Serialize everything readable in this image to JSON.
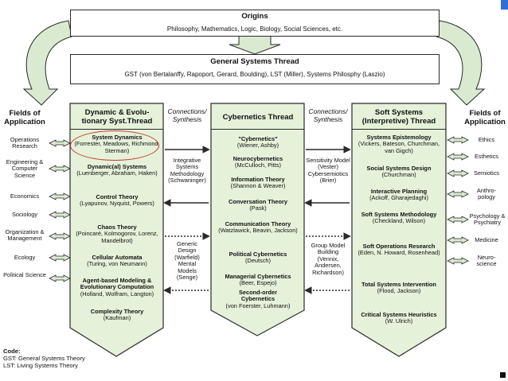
{
  "origins": {
    "title": "Origins",
    "text": "Philosophy, Mathematics, Logic, Biology, Social Sciences, etc."
  },
  "gst": {
    "title": "General Systems Thread",
    "text": "GST (von Bertalanffy, Rapoport, Gerard, Boulding), LST (Miller), Systems Philosphy (Laszio)"
  },
  "left_fields": {
    "heading": "Fields of Application",
    "items": [
      "Operations Research",
      "Engineering & Computer Science",
      "Economics",
      "Sociology",
      "Organization & Management",
      "Ecology",
      "Political Science"
    ]
  },
  "right_fields": {
    "heading": "Fields of Application",
    "items": [
      "Ethics",
      "Esthetics",
      "Semiotics",
      "Anthro-pology",
      "Psychology & Psychiatry",
      "Medicine",
      "Neuro-science"
    ]
  },
  "columns": {
    "dynamic": {
      "title": "Dynamic & Evolu-tionary Syst.Thread",
      "items": [
        {
          "name": "System Dynamics",
          "detail": "(Forrester, Meadows, Richmond, Sterman)"
        },
        {
          "name": "Dynamic(al) Systems",
          "detail": "(Luenberger, Abraham, Haken)"
        },
        {
          "name": "Control Theory",
          "detail": "(Lyapunov, Nyquist, Powers)"
        },
        {
          "name": "Chaos Theory",
          "detail": "(Poincaré, Kolmogorov, Lorenz, Mandelbrot)"
        },
        {
          "name": "Cellular Automata",
          "detail": "(Turing, von Neumann)"
        },
        {
          "name": "Agent-based Modeling & Evolutionary Computation",
          "detail": "(Holland, Wolfram, Langton)"
        },
        {
          "name": "Complexity Theory",
          "detail": "(Kaufman)"
        }
      ]
    },
    "cybernetics": {
      "title": "Cybernetics Thread",
      "items": [
        {
          "name": "\"Cybernetics\"",
          "detail": "(Wiener, Ashby)"
        },
        {
          "name": "Neurocybernetics",
          "detail": "(McCulloch, Pitts)"
        },
        {
          "name": "Information Theory",
          "detail": "(Shannon & Weaver)"
        },
        {
          "name": "Conversation Theory",
          "detail": "(Pask)"
        },
        {
          "name": "Communication Theory",
          "detail": "(Watzlawick, Beavin, Jackson)"
        },
        {
          "name": "Political Cybernetics",
          "detail": "(Deutsch)"
        },
        {
          "name": "Managerial Cybernetics",
          "detail": "(Beer, Espejo)"
        },
        {
          "name": "Second-order Cybernetics",
          "detail": "(von Foerster, Luhmann)"
        }
      ]
    },
    "soft": {
      "title": "Soft Systems (Interpretive) Thread",
      "items": [
        {
          "name": "Systems Epistemology",
          "detail": "(Vickers, Bateson, Churchman, van Gigch)"
        },
        {
          "name": "Social Systems Design",
          "detail": "(Churchman)"
        },
        {
          "name": "Interactive Planning",
          "detail": "(Ackoff, Gharajedaghi)"
        },
        {
          "name": "Soft Systems Methodology",
          "detail": "(Checkland, Wilson)"
        },
        {
          "name": "Soft Operations Research",
          "detail": "(Eden, N. Howard, Rosenhead)"
        },
        {
          "name": "Total Systems Intervention",
          "detail": "(Flood, Jackson)"
        },
        {
          "name": "Critical Systems Heuristics",
          "detail": "(W. Ulrich)"
        }
      ]
    }
  },
  "connections": {
    "left_title": "Connections/ Synthesis",
    "right_title": "Connections/ Synthesis",
    "left_top": "Integrative Systems Methodology (Schwaninger)",
    "left_bottom": "Generic Design (Warfield) Mental Models (Senge)",
    "right_top": "Sensitivity Model (Vester) Cybersemiotics (Brier)",
    "right_bottom": "Group Model Building (Vennix, Andersen, Richardson)"
  },
  "code": {
    "heading": "Code:",
    "lines": [
      "GST: General Systems Theory",
      "LST: Living Systems Theory"
    ]
  },
  "colors": {
    "green_fill": "#e6f1da",
    "arrow_fill": "#d9ead0",
    "highlight": "#c0392b",
    "corner_blue": "#2f6fd6"
  }
}
